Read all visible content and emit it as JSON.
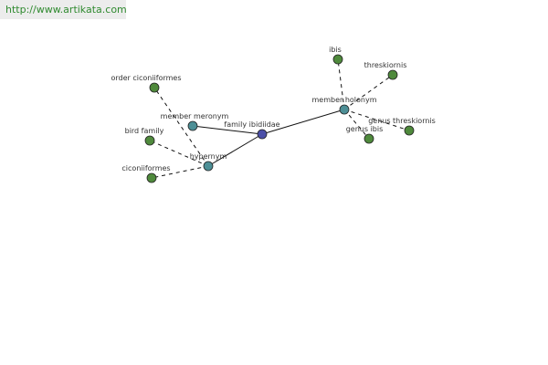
{
  "site": {
    "url": "http://www.artikata.com"
  },
  "colors": {
    "center": "#4b4fa8",
    "relation": "#4d8f96",
    "leaf": "#4f8a3c",
    "stroke": "#222222",
    "edge": "#111111",
    "banner_bg": "#ececec",
    "url_text": "#2f8a2f"
  },
  "graph": {
    "center": {
      "id": "family-ibidiidae",
      "label": "family ibidiidae"
    },
    "relations": [
      {
        "id": "member-meronym",
        "label": "member meronym",
        "leaves": []
      },
      {
        "id": "hypernym",
        "label": "hypernym",
        "leaves": [
          {
            "id": "order-ciconiiformes",
            "label": "order ciconiiformes"
          },
          {
            "id": "bird-family",
            "label": "bird family"
          },
          {
            "id": "ciconiiformes",
            "label": "ciconiiformes"
          }
        ]
      },
      {
        "id": "member-holonym",
        "label": "member holonym",
        "leaves": [
          {
            "id": "ibis",
            "label": "ibis"
          },
          {
            "id": "threskiornis",
            "label": "threskiornis"
          },
          {
            "id": "genus-threskiornis",
            "label": "genus threskiornis"
          },
          {
            "id": "genus-ibis",
            "label": "genus ibis"
          }
        ]
      }
    ]
  }
}
